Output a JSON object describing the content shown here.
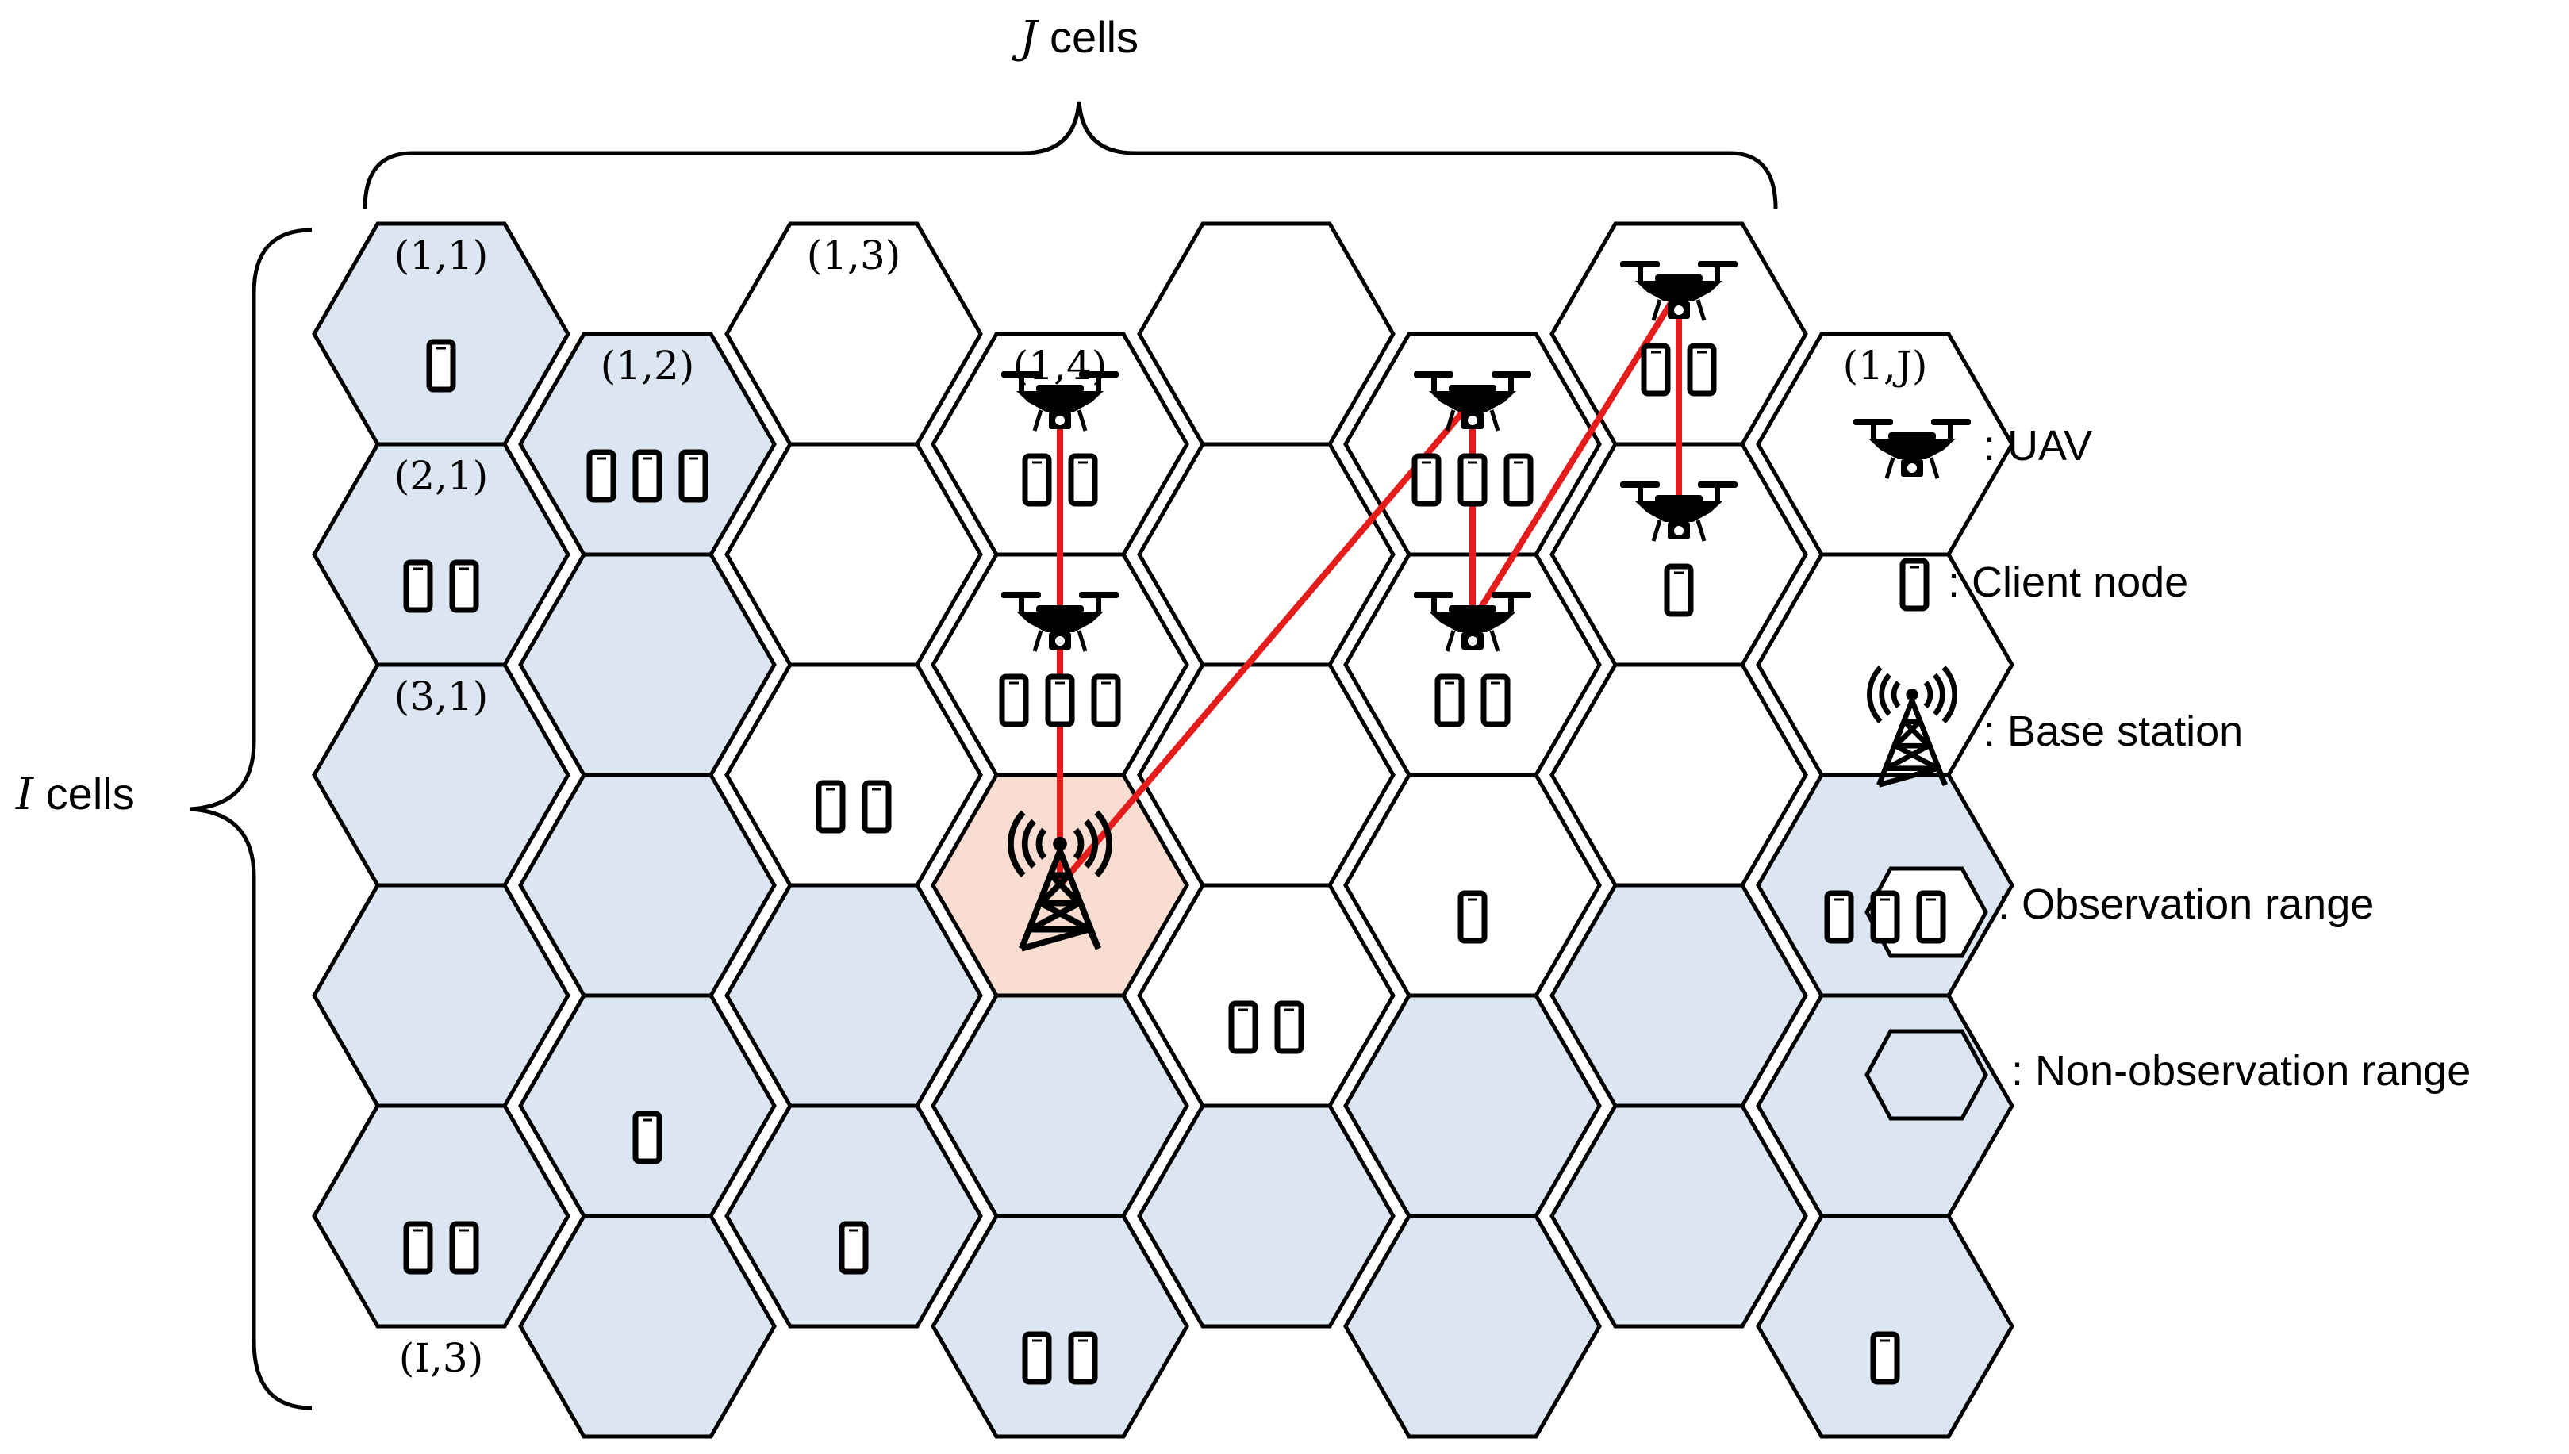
{
  "top_brace_label": {
    "math": "J",
    "text": " cells"
  },
  "left_brace_label": {
    "math": "I",
    "text": " cells"
  },
  "colors": {
    "observation": "#ffffff",
    "non_observation": "#dce6f3",
    "base_station_cell": "#f8ddd0",
    "link": "#e51c1c",
    "stroke": "#000000"
  },
  "cell_labels": [
    {
      "cell": [
        1,
        1
      ],
      "text": "(1,1)"
    },
    {
      "cell": [
        1,
        2
      ],
      "text": "(1,2)"
    },
    {
      "cell": [
        1,
        3
      ],
      "text": "(1,3)"
    },
    {
      "cell": [
        1,
        4
      ],
      "text": "(1,4)"
    },
    {
      "cell": [
        1,
        8
      ],
      "text": "(1,J)"
    },
    {
      "cell": [
        2,
        1
      ],
      "text": "(2,1)"
    },
    {
      "cell": [
        3,
        1
      ],
      "text": "(3,1)"
    },
    {
      "cell": [
        6,
        1
      ],
      "text": "(I,3)"
    }
  ],
  "cells": [
    {
      "row": 1,
      "col": 1,
      "state": "non-observation",
      "clients": 1
    },
    {
      "row": 1,
      "col": 2,
      "state": "non-observation",
      "clients": 3
    },
    {
      "row": 1,
      "col": 3,
      "state": "observation",
      "clients": 0
    },
    {
      "row": 1,
      "col": 4,
      "state": "observation",
      "clients": 2,
      "uav": true
    },
    {
      "row": 1,
      "col": 5,
      "state": "observation",
      "clients": 0
    },
    {
      "row": 1,
      "col": 6,
      "state": "observation",
      "clients": 3,
      "uav": true
    },
    {
      "row": 1,
      "col": 7,
      "state": "observation",
      "clients": 2,
      "uav": true
    },
    {
      "row": 1,
      "col": 8,
      "state": "observation",
      "clients": 0
    },
    {
      "row": 2,
      "col": 1,
      "state": "non-observation",
      "clients": 2
    },
    {
      "row": 2,
      "col": 2,
      "state": "non-observation",
      "clients": 0
    },
    {
      "row": 2,
      "col": 3,
      "state": "observation",
      "clients": 0
    },
    {
      "row": 2,
      "col": 4,
      "state": "observation",
      "clients": 3,
      "uav": true
    },
    {
      "row": 2,
      "col": 5,
      "state": "observation",
      "clients": 0
    },
    {
      "row": 2,
      "col": 6,
      "state": "observation",
      "clients": 2,
      "uav": true
    },
    {
      "row": 2,
      "col": 7,
      "state": "observation",
      "clients": 1,
      "uav": true
    },
    {
      "row": 2,
      "col": 8,
      "state": "observation",
      "clients": 0
    },
    {
      "row": 3,
      "col": 1,
      "state": "non-observation",
      "clients": 0
    },
    {
      "row": 3,
      "col": 2,
      "state": "non-observation",
      "clients": 0
    },
    {
      "row": 3,
      "col": 3,
      "state": "observation",
      "clients": 2
    },
    {
      "row": 3,
      "col": 4,
      "state": "base-station",
      "clients": 0,
      "base_station": true
    },
    {
      "row": 3,
      "col": 5,
      "state": "observation",
      "clients": 0
    },
    {
      "row": 3,
      "col": 6,
      "state": "observation",
      "clients": 1
    },
    {
      "row": 3,
      "col": 7,
      "state": "observation",
      "clients": 0
    },
    {
      "row": 3,
      "col": 8,
      "state": "non-observation",
      "clients": 3
    },
    {
      "row": 4,
      "col": 1,
      "state": "non-observation",
      "clients": 0
    },
    {
      "row": 4,
      "col": 2,
      "state": "non-observation",
      "clients": 1
    },
    {
      "row": 4,
      "col": 3,
      "state": "non-observation",
      "clients": 0
    },
    {
      "row": 4,
      "col": 4,
      "state": "non-observation",
      "clients": 0
    },
    {
      "row": 4,
      "col": 5,
      "state": "observation",
      "clients": 2
    },
    {
      "row": 4,
      "col": 6,
      "state": "non-observation",
      "clients": 0
    },
    {
      "row": 4,
      "col": 7,
      "state": "non-observation",
      "clients": 0
    },
    {
      "row": 4,
      "col": 8,
      "state": "non-observation",
      "clients": 0
    },
    {
      "row": 5,
      "col": 1,
      "state": "non-observation",
      "clients": 2
    },
    {
      "row": 5,
      "col": 2,
      "state": "non-observation",
      "clients": 0
    },
    {
      "row": 5,
      "col": 3,
      "state": "non-observation",
      "clients": 1
    },
    {
      "row": 5,
      "col": 4,
      "state": "non-observation",
      "clients": 2
    },
    {
      "row": 5,
      "col": 5,
      "state": "non-observation",
      "clients": 0
    },
    {
      "row": 5,
      "col": 6,
      "state": "non-observation",
      "clients": 0
    },
    {
      "row": 5,
      "col": 7,
      "state": "non-observation",
      "clients": 0
    },
    {
      "row": 5,
      "col": 8,
      "state": "non-observation",
      "clients": 1
    }
  ],
  "links": [
    {
      "from": "uav-1",
      "to": "uav-2"
    },
    {
      "from": "uav-2",
      "to": "base-station"
    },
    {
      "from": "base-station",
      "to": "uav-3"
    },
    {
      "from": "uav-3",
      "to": "uav-4"
    },
    {
      "from": "uav-4",
      "to": "uav-5"
    },
    {
      "from": "uav-5",
      "to": "uav-6"
    }
  ],
  "legend": [
    {
      "icon": "uav-icon",
      "label": ": UAV"
    },
    {
      "icon": "client-node-icon",
      "label": ": Client node"
    },
    {
      "icon": "base-station-icon",
      "label": ": Base station"
    },
    {
      "icon": "observation-hex-icon",
      "label": ": Observation range"
    },
    {
      "icon": "non-observation-hex-icon",
      "label": ": Non-observation range"
    }
  ]
}
